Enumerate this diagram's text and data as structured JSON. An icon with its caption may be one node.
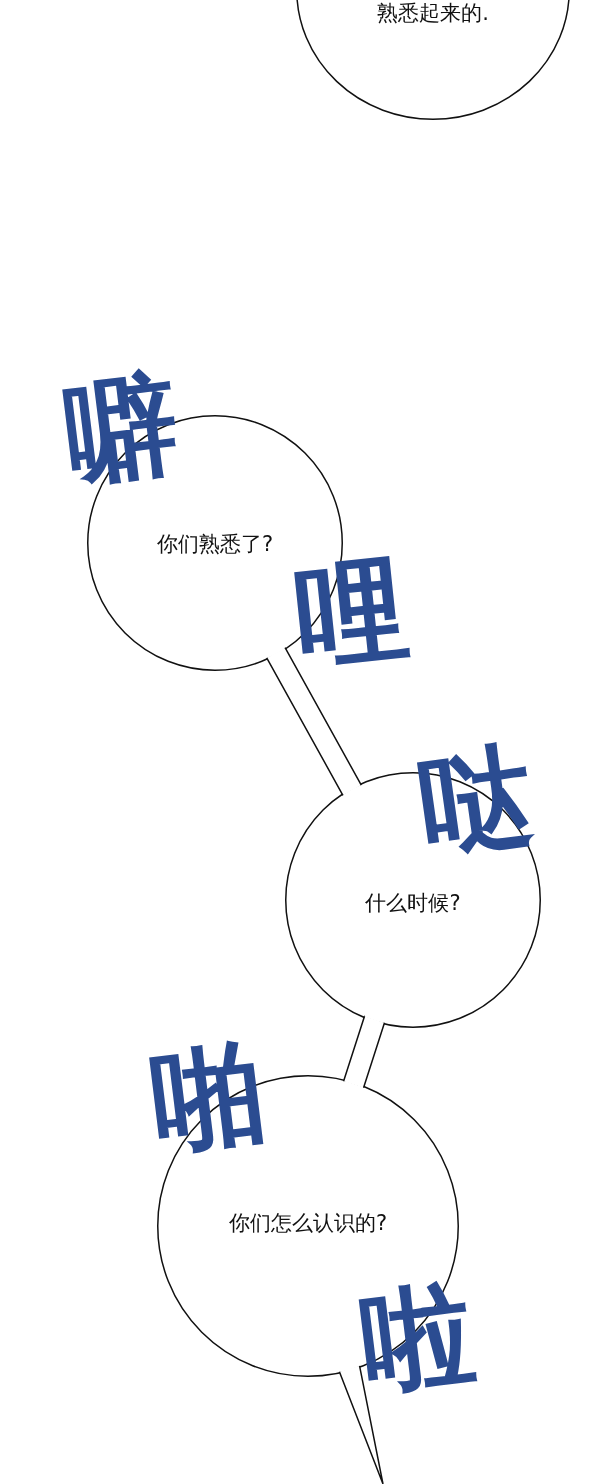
{
  "diagram": {
    "nodes": [
      {
        "text": [
          "熟悉起来的."
        ]
      },
      {
        "text": [
          "你们熟悉了?"
        ]
      },
      {
        "text": [
          "什么时候?"
        ]
      },
      {
        "text": [
          "你们怎么认识的?"
        ]
      }
    ],
    "edges": [
      {
        "from": 1,
        "to": 2,
        "arrow": "none"
      },
      {
        "from": 2,
        "to": 3,
        "arrow": "none"
      },
      {
        "from": 3,
        "to": null,
        "arrow": "to"
      }
    ],
    "labels": [
      "噼",
      "哩",
      "哒",
      "啪",
      "啦"
    ]
  }
}
